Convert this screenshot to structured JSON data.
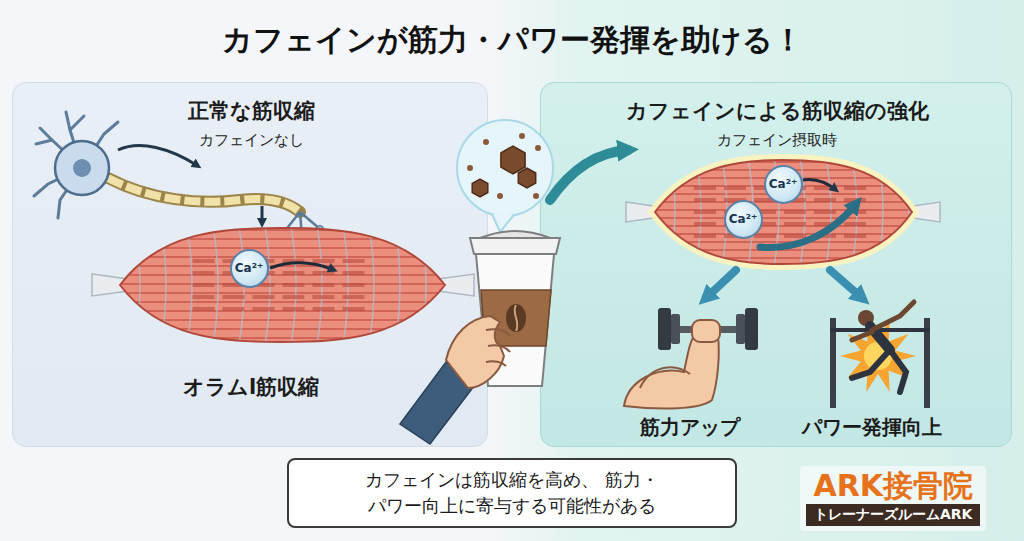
{
  "diagram": {
    "title": "カフェインが筋力・パワー発揮を助ける！",
    "caption": "カフェインは筋収縮を高め、 筋力・パワー向上に寄与する可能性がある",
    "nodes": [
      {
        "text": [
          "正常な筋収縮",
          "カフェインなし",
          "オラムl筋収縮"
        ]
      },
      {
        "text": [
          "Ca²⁺"
        ],
        "in": 0
      },
      {
        "text": [
          "カフェインによる筋収縮の強化",
          "カフェイン摂取時"
        ]
      },
      {
        "text": [
          "Ca²⁺"
        ],
        "in": 2
      },
      {
        "text": [
          "Ca²⁺"
        ],
        "in": 2
      },
      {
        "text": [
          "ARK接骨院",
          "トレーナーズルームARK"
        ]
      }
    ],
    "labels": [
      "筋力アップ",
      "パワー発揮向上"
    ]
  }
}
